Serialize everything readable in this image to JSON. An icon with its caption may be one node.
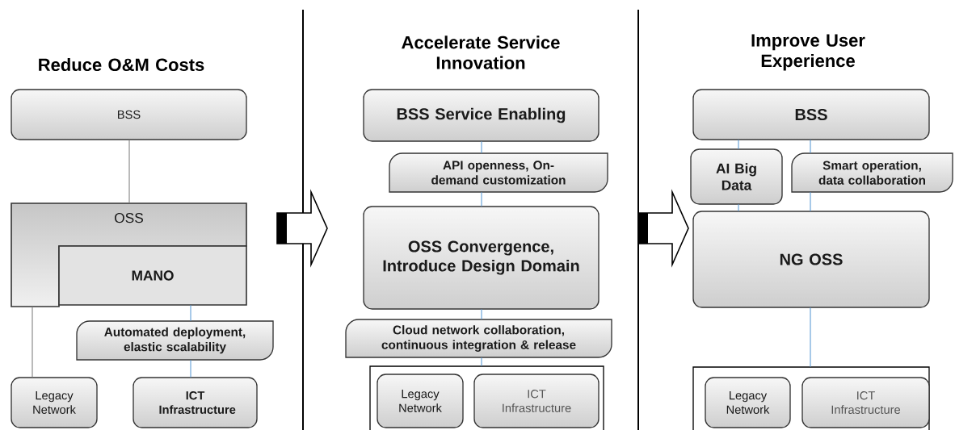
{
  "diagram": {
    "nodes": [
      {
        "text": [
          "BSS"
        ]
      },
      {
        "text": [
          "OSS"
        ]
      },
      {
        "text": [
          "MANO"
        ],
        "in": 1
      },
      {
        "text": [
          "Automated deployment, elastic scalability"
        ]
      },
      {
        "text": [
          "Legacy Network"
        ]
      },
      {
        "text": [
          "ICT Infrastructure"
        ]
      },
      {
        "text": [
          "BSS Service Enabling"
        ]
      },
      {
        "text": [
          "API openness, On-demand customization"
        ]
      },
      {
        "text": [
          "OSS Convergence, Introduce Design Domain"
        ]
      },
      {
        "text": [
          "Cloud network collaboration, continuous integration & release"
        ]
      },
      {
        "text": [],
        "shape": "box"
      },
      {
        "text": [
          "Legacy Network"
        ],
        "in": 10
      },
      {
        "text": [
          "ICT Infrastructure"
        ],
        "in": 10
      },
      {
        "text": [
          "BSS"
        ]
      },
      {
        "text": [
          "AI Big Data"
        ]
      },
      {
        "text": [
          "Smart operation, data collaboration"
        ]
      },
      {
        "text": [
          "NG OSS"
        ]
      },
      {
        "text": [],
        "shape": "box"
      },
      {
        "text": [
          "Legacy Network"
        ],
        "in": 17
      },
      {
        "text": [
          "ICT Infrastructure"
        ],
        "in": 17
      }
    ],
    "edges": [
      {
        "from": 0,
        "to": 1,
        "arrow": "none",
        "color": "#7f7f7f"
      },
      {
        "from": 1,
        "to": 4,
        "arrow": "none",
        "color": "#7f7f7f"
      },
      {
        "from": 2,
        "to": 3,
        "arrow": "none"
      },
      {
        "from": 3,
        "to": 5,
        "arrow": "none"
      },
      {
        "from": 6,
        "to": 7,
        "arrow": "none"
      },
      {
        "from": 7,
        "to": 8,
        "arrow": "none"
      },
      {
        "from": 8,
        "to": 9,
        "arrow": "none"
      },
      {
        "from": 9,
        "to": 10,
        "arrow": "none"
      },
      {
        "from": 13,
        "to": 14,
        "arrow": "none"
      },
      {
        "from": 14,
        "to": 16,
        "arrow": "none"
      },
      {
        "from": 13,
        "to": 15,
        "arrow": "none"
      },
      {
        "from": 15,
        "to": 16,
        "arrow": "none"
      },
      {
        "from": 16,
        "to": 17,
        "arrow": "none"
      }
    ],
    "labels": [
      "Reduce O&M Costs",
      "Accelerate Service Innovation",
      "Improve User Experience"
    ]
  }
}
